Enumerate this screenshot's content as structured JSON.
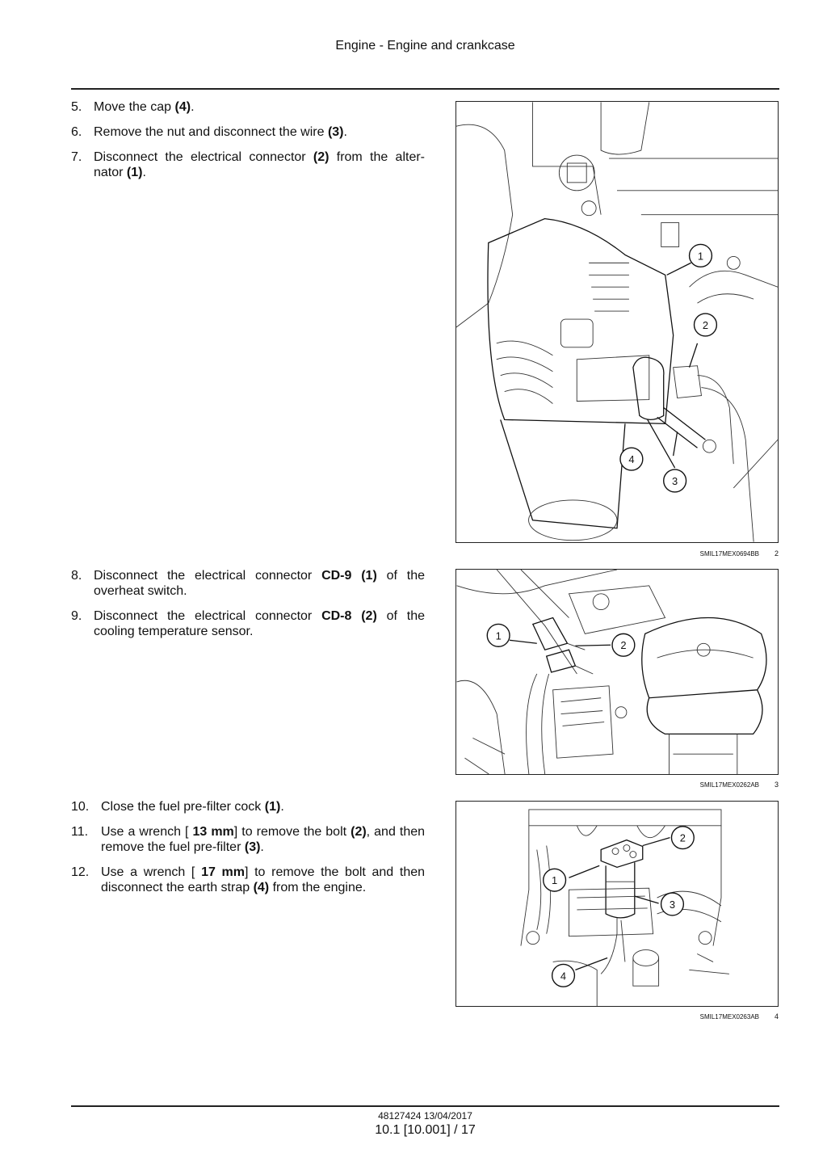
{
  "header": {
    "title": "Engine - Engine and crankcase"
  },
  "sections": [
    {
      "steps": [
        {
          "num": "5.",
          "parts": [
            {
              "t": "Move the cap "
            },
            {
              "t": "(4)",
              "b": true
            },
            {
              "t": "."
            }
          ]
        },
        {
          "num": "6.",
          "parts": [
            {
              "t": "Remove the nut and disconnect the wire "
            },
            {
              "t": "(3)",
              "b": true
            },
            {
              "t": "."
            }
          ]
        },
        {
          "num": "7.",
          "parts": [
            {
              "t": "Disconnect the electrical connector "
            },
            {
              "t": "(2)",
              "b": true
            },
            {
              "t": " from the alter-nator "
            },
            {
              "t": "(1)",
              "b": true
            },
            {
              "t": "."
            }
          ]
        }
      ],
      "figure": {
        "code": "SMIL17MEX0694BB",
        "number": "2",
        "callouts": [
          "1",
          "2",
          "3",
          "4"
        ]
      }
    },
    {
      "steps": [
        {
          "num": "8.",
          "parts": [
            {
              "t": "Disconnect the electrical connector "
            },
            {
              "t": "CD-9 (1)",
              "b": true
            },
            {
              "t": " of the overheat switch."
            }
          ]
        },
        {
          "num": "9.",
          "parts": [
            {
              "t": "Disconnect the electrical connector "
            },
            {
              "t": "CD-8 (2)",
              "b": true
            },
            {
              "t": " of the cooling temperature sensor."
            }
          ]
        }
      ],
      "figure": {
        "code": "SMIL17MEX0262AB",
        "number": "3",
        "callouts": [
          "1",
          "2"
        ]
      }
    },
    {
      "steps": [
        {
          "num": "10.",
          "parts": [
            {
              "t": "Close the fuel pre-filter cock "
            },
            {
              "t": "(1)",
              "b": true
            },
            {
              "t": "."
            }
          ]
        },
        {
          "num": "11.",
          "parts": [
            {
              "t": "Use a wrench [ "
            },
            {
              "t": "13 mm",
              "b": true
            },
            {
              "t": "] to remove the bolt "
            },
            {
              "t": "(2)",
              "b": true
            },
            {
              "t": ", and then remove the fuel pre-filter "
            },
            {
              "t": "(3)",
              "b": true
            },
            {
              "t": "."
            }
          ]
        },
        {
          "num": "12.",
          "parts": [
            {
              "t": "Use a wrench [ "
            },
            {
              "t": "17 mm",
              "b": true
            },
            {
              "t": "] to remove the bolt and then disconnect the earth strap "
            },
            {
              "t": "(4)",
              "b": true
            },
            {
              "t": " from the engine."
            }
          ]
        }
      ],
      "figure": {
        "code": "SMIL17MEX0263AB",
        "number": "4",
        "callouts": [
          "1",
          "2",
          "3",
          "4"
        ]
      }
    }
  ],
  "footer": {
    "doc": "48127424 13/04/2017",
    "page": "10.1 [10.001] / 17"
  }
}
